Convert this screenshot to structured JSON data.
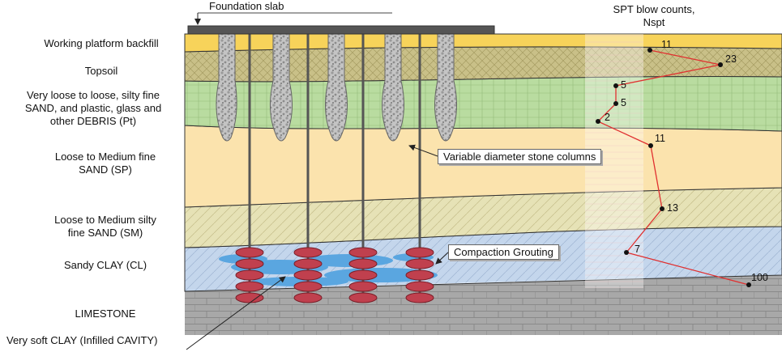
{
  "title": "Foundation slab",
  "spt": {
    "header": "SPT blow counts,\nNspt",
    "values": [
      "11",
      "23",
      "5",
      "5",
      "2",
      "11",
      "13",
      "7",
      "100"
    ]
  },
  "layers": [
    {
      "label": "Working platform backfill",
      "color": "#f7d35a"
    },
    {
      "label": "Topsoil",
      "color": "#c9c088"
    },
    {
      "label": "Very loose to loose, silty fine\nSAND, and plastic, glass and\nother DEBRIS (Pt)",
      "color": "#b9dca0"
    },
    {
      "label": "Loose to Medium fine\nSAND (SP)",
      "color": "#fbe3ad"
    },
    {
      "label": "Loose to Medium silty\nfine SAND (SM)",
      "color": "#e6e2b6"
    },
    {
      "label": "Sandy CLAY (CL)",
      "color": "#c4d6ec"
    },
    {
      "label": "LIMESTONE",
      "color": "#a8a8a8"
    },
    {
      "label": "Very soft CLAY (Infilled CAVITY)",
      "color": "#5aa6e0"
    }
  ],
  "callouts": {
    "stone_columns": "Variable diameter stone columns",
    "grouting": "Compaction Grouting"
  },
  "colors": {
    "spt_line": "#e03030",
    "grout": "#c0404e",
    "column_fill": "#bdbdbd",
    "slab": "#555555"
  }
}
